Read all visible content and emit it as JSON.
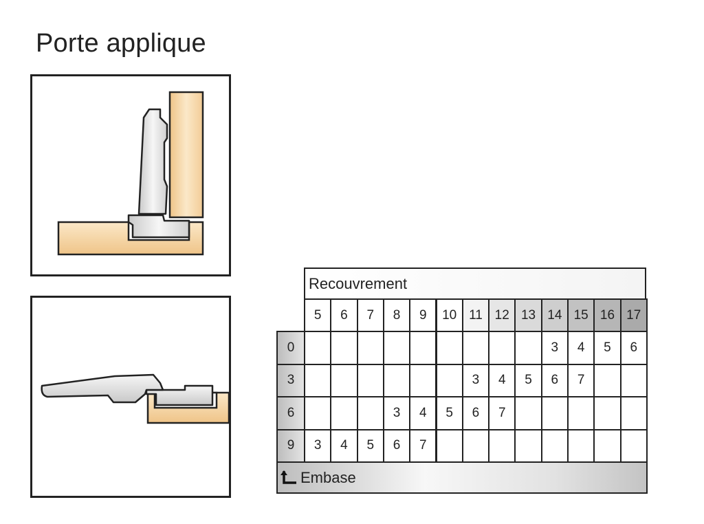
{
  "title": "Porte applique",
  "table": {
    "header_label": "Recouvrement",
    "footer_label": "Embase",
    "footer_icon": "return-arrow-icon",
    "columns": [
      "5",
      "6",
      "7",
      "8",
      "9",
      "10",
      "11",
      "12",
      "13",
      "14",
      "15",
      "16",
      "17"
    ],
    "column_shades": [
      "#ffffff",
      "#ffffff",
      "#ffffff",
      "#ffffff",
      "#ffffff",
      "#ffffff",
      "#f3f3f3",
      "#e6e6e6",
      "#dadada",
      "#cecece",
      "#c2c2c2",
      "#b6b6b6",
      "#aaaaaa"
    ],
    "rows": [
      {
        "label": "0",
        "cells": [
          "",
          "",
          "",
          "",
          "",
          "",
          "",
          "",
          "",
          "3",
          "4",
          "5",
          "6"
        ]
      },
      {
        "label": "3",
        "cells": [
          "",
          "",
          "",
          "",
          "",
          "",
          "3",
          "4",
          "5",
          "6",
          "7",
          "",
          ""
        ]
      },
      {
        "label": "6",
        "cells": [
          "",
          "",
          "",
          "3",
          "4",
          "5",
          "6",
          "7",
          "",
          "",
          "",
          "",
          ""
        ]
      },
      {
        "label": "9",
        "cells": [
          "3",
          "4",
          "5",
          "6",
          "7",
          "",
          "",
          "",
          "",
          "",
          "",
          "",
          ""
        ]
      }
    ]
  },
  "colors": {
    "wood_light": "#fbe8c8",
    "wood_dark": "#efc488",
    "metal_light": "#f6f6f6",
    "metal_dark": "#c9c9c9",
    "line": "#222222"
  }
}
